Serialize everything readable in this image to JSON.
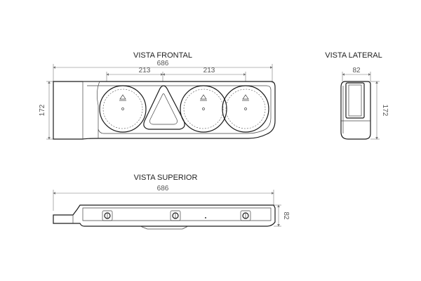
{
  "views": {
    "front": {
      "title": "VISTA FRONTAL",
      "width": "686",
      "spacing_left": "213",
      "spacing_right": "213",
      "height": "172"
    },
    "lateral": {
      "title": "VISTA LATERAL",
      "width": "82",
      "height": "172"
    },
    "top": {
      "title": "VISTA SUPERIOR",
      "width": "686",
      "depth": "82"
    }
  }
}
